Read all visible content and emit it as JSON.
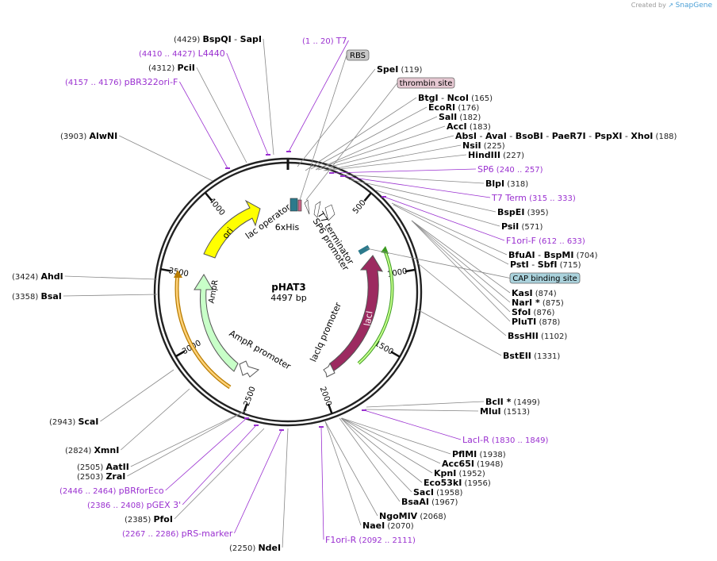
{
  "credit": {
    "prefix": "Created by",
    "brand": "SnapGene"
  },
  "plasmid": {
    "name": "pHAT3",
    "size_label": "4497 bp"
  },
  "ticks": [
    "500",
    "1000",
    "1500",
    "2000",
    "2500",
    "3000",
    "3500",
    "4000"
  ],
  "colors": {
    "site": "#000000",
    "primer": "#9a30d0",
    "ori": "#ffff00",
    "ampr": "#c8ffc8",
    "laci": "#9c2a60",
    "backbone": "#222222",
    "leader": "#888888"
  },
  "features": [
    {
      "label": "ori",
      "kind": "ori-arrow"
    },
    {
      "label": "AmpR",
      "kind": "ampr-arrow"
    },
    {
      "label": "lacI",
      "kind": "laci-arrow"
    },
    {
      "label": "lac operator",
      "kind": "feature-label"
    },
    {
      "label": "6xHis",
      "kind": "feature-label"
    },
    {
      "label": "T7 terminator",
      "kind": "feature-label"
    },
    {
      "label": "SP6 promoter",
      "kind": "feature-label"
    },
    {
      "label": "AmpR promoter",
      "kind": "feature-label"
    },
    {
      "label": "lacIq promoter",
      "kind": "feature-label"
    }
  ],
  "boxed_features": [
    {
      "label": "RBS",
      "fill": "#c8c8c8"
    },
    {
      "label": "thrombin site",
      "fill": "#e6c8d2"
    },
    {
      "label": "CAP binding site",
      "fill": "#aad2dc"
    }
  ],
  "right_labels": [
    {
      "parts": [
        {
          "name": "SpeI"
        }
      ],
      "pos": "(119)",
      "type": "site"
    },
    {
      "parts": [
        {
          "name": "BtgI"
        },
        {
          "name": "NcoI"
        }
      ],
      "pos": "(165)",
      "type": "site"
    },
    {
      "parts": [
        {
          "name": "EcoRI"
        }
      ],
      "pos": "(176)",
      "type": "site"
    },
    {
      "parts": [
        {
          "name": "SalI"
        }
      ],
      "pos": "(182)",
      "type": "site"
    },
    {
      "parts": [
        {
          "name": "AccI"
        }
      ],
      "pos": "(183)",
      "type": "site"
    },
    {
      "parts": [
        {
          "name": "AbsI"
        },
        {
          "name": "AvaI"
        },
        {
          "name": "BsoBI"
        },
        {
          "name": "PaeR7I"
        },
        {
          "name": "PspXI"
        },
        {
          "name": "XhoI"
        }
      ],
      "pos": "(188)",
      "type": "site"
    },
    {
      "parts": [
        {
          "name": "NsiI"
        }
      ],
      "pos": "(225)",
      "type": "site"
    },
    {
      "parts": [
        {
          "name": "HindIII"
        }
      ],
      "pos": "(227)",
      "type": "site"
    },
    {
      "parts": [
        {
          "name": "SP6"
        }
      ],
      "pos": "(240 .. 257)",
      "type": "primer"
    },
    {
      "parts": [
        {
          "name": "BlpI"
        }
      ],
      "pos": "(318)",
      "type": "site"
    },
    {
      "parts": [
        {
          "name": "T7 Term"
        }
      ],
      "pos": "(315 .. 333)",
      "type": "primer"
    },
    {
      "parts": [
        {
          "name": "BspEI"
        }
      ],
      "pos": "(395)",
      "type": "site"
    },
    {
      "parts": [
        {
          "name": "PsiI"
        }
      ],
      "pos": "(571)",
      "type": "site"
    },
    {
      "parts": [
        {
          "name": "F1ori-F"
        }
      ],
      "pos": "(612 .. 633)",
      "type": "primer"
    },
    {
      "parts": [
        {
          "name": "BfuAI"
        },
        {
          "name": "BspMI"
        }
      ],
      "pos": "(704)",
      "type": "site"
    },
    {
      "parts": [
        {
          "name": "PstI"
        },
        {
          "name": "SbfI"
        }
      ],
      "pos": "(715)",
      "type": "site"
    },
    {
      "parts": [
        {
          "name": "KasI"
        }
      ],
      "pos": "(874)",
      "type": "site"
    },
    {
      "parts": [
        {
          "name": "NarI *"
        }
      ],
      "pos": "(875)",
      "type": "site"
    },
    {
      "parts": [
        {
          "name": "SfoI"
        }
      ],
      "pos": "(876)",
      "type": "site"
    },
    {
      "parts": [
        {
          "name": "PluTI"
        }
      ],
      "pos": "(878)",
      "type": "site"
    },
    {
      "parts": [
        {
          "name": "BssHII"
        }
      ],
      "pos": "(1102)",
      "type": "site"
    },
    {
      "parts": [
        {
          "name": "BstEII"
        }
      ],
      "pos": "(1331)",
      "type": "site"
    },
    {
      "parts": [
        {
          "name": "BclI *"
        }
      ],
      "pos": "(1499)",
      "type": "site"
    },
    {
      "parts": [
        {
          "name": "MluI"
        }
      ],
      "pos": "(1513)",
      "type": "site"
    },
    {
      "parts": [
        {
          "name": "LacI-R"
        }
      ],
      "pos": "(1830 .. 1849)",
      "type": "primer"
    },
    {
      "parts": [
        {
          "name": "PflMI"
        }
      ],
      "pos": "(1938)",
      "type": "site"
    },
    {
      "parts": [
        {
          "name": "Acc65I"
        }
      ],
      "pos": "(1948)",
      "type": "site"
    },
    {
      "parts": [
        {
          "name": "KpnI"
        }
      ],
      "pos": "(1952)",
      "type": "site"
    },
    {
      "parts": [
        {
          "name": "Eco53kI"
        }
      ],
      "pos": "(1956)",
      "type": "site"
    },
    {
      "parts": [
        {
          "name": "SacI"
        }
      ],
      "pos": "(1958)",
      "type": "site"
    },
    {
      "parts": [
        {
          "name": "BsaAI"
        }
      ],
      "pos": "(1967)",
      "type": "site"
    },
    {
      "parts": [
        {
          "name": "NgoMIV"
        }
      ],
      "pos": "(2068)",
      "type": "site"
    },
    {
      "parts": [
        {
          "name": "NaeI"
        }
      ],
      "pos": "(2070)",
      "type": "site"
    },
    {
      "parts": [
        {
          "name": "F1ori-R"
        }
      ],
      "pos": "(2092 .. 2111)",
      "type": "primer"
    }
  ],
  "left_labels": [
    {
      "parts": [
        {
          "name": "BspQI"
        },
        {
          "name": "SapI"
        }
      ],
      "pos": "(4429)",
      "type": "site"
    },
    {
      "parts": [
        {
          "name": "T7"
        }
      ],
      "pos": "(1 .. 20)",
      "type": "primer"
    },
    {
      "parts": [
        {
          "name": "L4440"
        }
      ],
      "pos": "(4410 .. 4427)",
      "type": "primer"
    },
    {
      "parts": [
        {
          "name": "PciI"
        }
      ],
      "pos": "(4312)",
      "type": "site"
    },
    {
      "parts": [
        {
          "name": "pBR322ori-F"
        }
      ],
      "pos": "(4157 .. 4176)",
      "type": "primer"
    },
    {
      "parts": [
        {
          "name": "AlwNI"
        }
      ],
      "pos": "(3903)",
      "type": "site"
    },
    {
      "parts": [
        {
          "name": "AhdI"
        }
      ],
      "pos": "(3424)",
      "type": "site"
    },
    {
      "parts": [
        {
          "name": "BsaI"
        }
      ],
      "pos": "(3358)",
      "type": "site"
    },
    {
      "parts": [
        {
          "name": "ScaI"
        }
      ],
      "pos": "(2943)",
      "type": "site"
    },
    {
      "parts": [
        {
          "name": "XmnI"
        }
      ],
      "pos": "(2824)",
      "type": "site"
    },
    {
      "parts": [
        {
          "name": "AatII"
        }
      ],
      "pos": "(2505)",
      "type": "site"
    },
    {
      "parts": [
        {
          "name": "ZraI"
        }
      ],
      "pos": "(2503)",
      "type": "site"
    },
    {
      "parts": [
        {
          "name": "pBRforEco"
        }
      ],
      "pos": "(2446 .. 2464)",
      "type": "primer"
    },
    {
      "parts": [
        {
          "name": "pGEX 3'"
        }
      ],
      "pos": "(2386 .. 2408)",
      "type": "primer"
    },
    {
      "parts": [
        {
          "name": "PfoI"
        }
      ],
      "pos": "(2385)",
      "type": "site"
    },
    {
      "parts": [
        {
          "name": "pRS-marker"
        }
      ],
      "pos": "(2267 .. 2286)",
      "type": "primer"
    },
    {
      "parts": [
        {
          "name": "NdeI"
        }
      ],
      "pos": "(2250)",
      "type": "site"
    }
  ]
}
